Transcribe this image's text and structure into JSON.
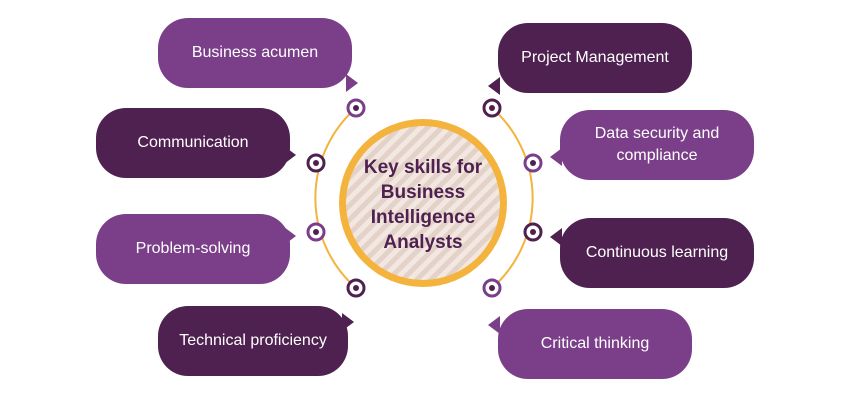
{
  "center": {
    "label": "Key skills for Business Intelligence Analysts"
  },
  "left_skills": [
    "Business acumen",
    "Communication",
    "Problem-solving",
    "Technical proficiency"
  ],
  "right_skills": [
    "Project Management",
    "Data security and compliance",
    "Continuous learning",
    "Critical thinking"
  ],
  "colors": {
    "dark_purple": "#4f2150",
    "light_purple": "#7b3f8a",
    "ring": "#f3b33d",
    "center_fill": "#f3e7e1"
  }
}
